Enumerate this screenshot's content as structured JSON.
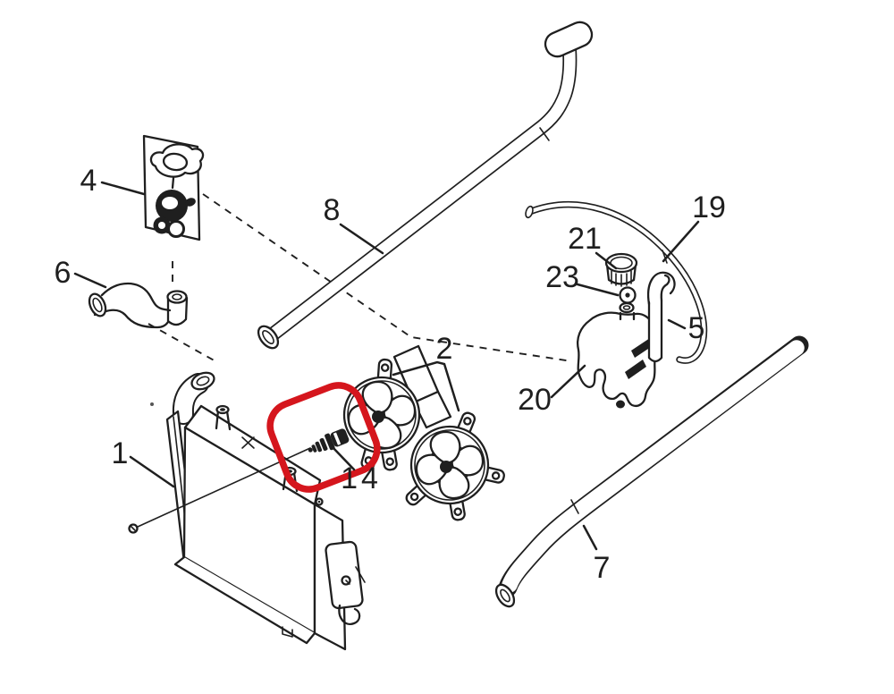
{
  "colors": {
    "background": "#ffffff",
    "line": "#1f1f1f",
    "highlight": "#d5161d"
  },
  "labels": {
    "part1": "1",
    "part2": "2",
    "part4": "4",
    "part5": "5",
    "part6": "6",
    "part7": "7",
    "part8": "8",
    "part14": "14",
    "part19": "19",
    "part20": "20",
    "part21": "21",
    "part23": "23"
  }
}
